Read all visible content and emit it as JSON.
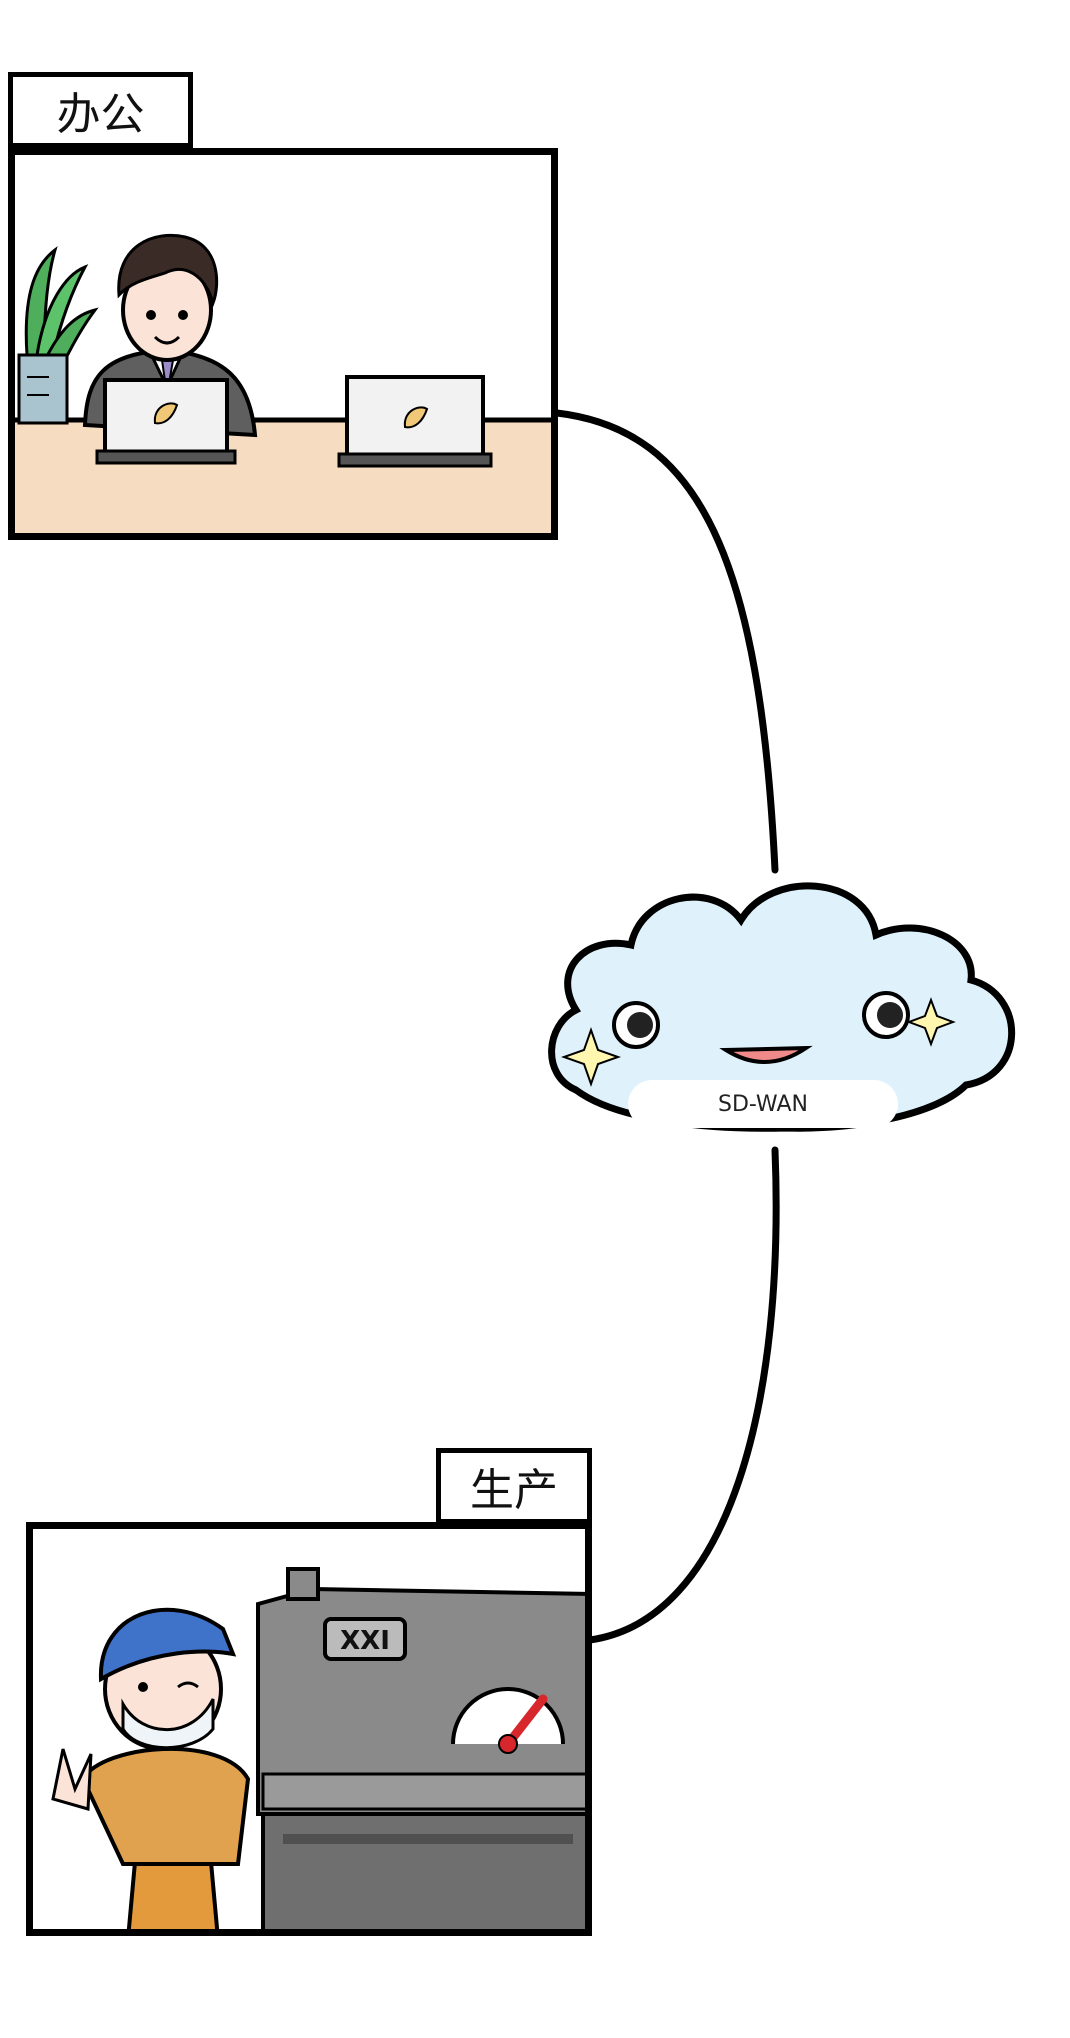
{
  "office": {
    "label": "办公"
  },
  "production": {
    "label": "生产",
    "machine_plate": "XXI"
  },
  "cloud": {
    "label": "SD-WAN"
  },
  "colors": {
    "desk": "#f6dcc0",
    "cloud_fill": "#dff2fb",
    "machine_gray": "#8a8a8a",
    "worker_cap": "#3f72c9",
    "worker_suit": "#e0a24e",
    "plant_green": "#4fae5b",
    "gauge_needle": "#d7262c"
  }
}
